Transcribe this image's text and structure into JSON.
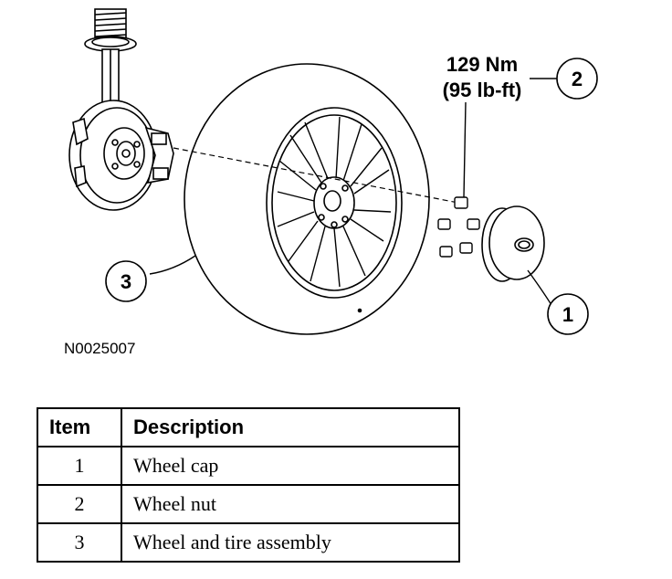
{
  "callouts": [
    {
      "number": "1"
    },
    {
      "number": "2",
      "label_line1": "129 Nm",
      "label_line2": "(95 lb-ft)"
    },
    {
      "number": "3"
    }
  ],
  "figure_id": "N0025007",
  "table": {
    "headers": [
      "Item",
      "Description"
    ],
    "rows": [
      {
        "item": "1",
        "description": "Wheel cap"
      },
      {
        "item": "2",
        "description": "Wheel nut"
      },
      {
        "item": "3",
        "description": "Wheel and tire assembly"
      }
    ]
  }
}
